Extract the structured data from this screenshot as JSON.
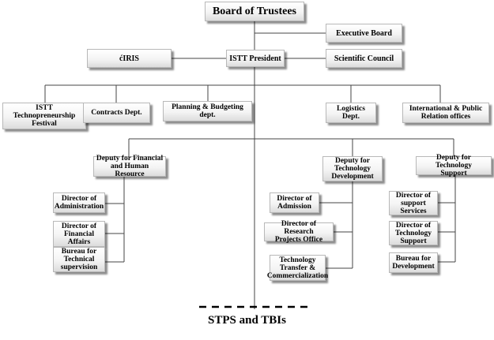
{
  "org_chart": {
    "board": "Board of Trustees",
    "executive_board": "Executive Board",
    "iris": "ćIRIS",
    "president": "ISTT President",
    "scientific_council": "Scientific Council",
    "units": {
      "festival": "ISTT\nTechnopreneurship\nFestival",
      "contracts": "Contracts Dept.",
      "planning": "Planning & Budgeting dept.",
      "logistics": "Logistics Dept.",
      "international": "International & Public\nRelation offices"
    },
    "deputies": {
      "financial": {
        "title": "Deputy for Financial\nand Human Resource",
        "children": [
          "Director of\nAdministration",
          "Director of\nFinancial\nAffairs",
          "Bureau for\nTechnical\nsupervision"
        ]
      },
      "technology_development": {
        "title": "Deputy for\nTechnology\nDevelopment",
        "children": [
          "Director of\nAdmission",
          "Director of Research\nProjects Office",
          "Technology\nTransfer &\nCommercialization"
        ]
      },
      "technology_support": {
        "title": "Deputy for Technology\nSupport",
        "children": [
          "Director of\nsupport\nServices",
          "Director of\nTechnology\nSupport",
          "Bureau  for\nDevelopment"
        ]
      }
    },
    "footer": "STPS and TBIs"
  }
}
